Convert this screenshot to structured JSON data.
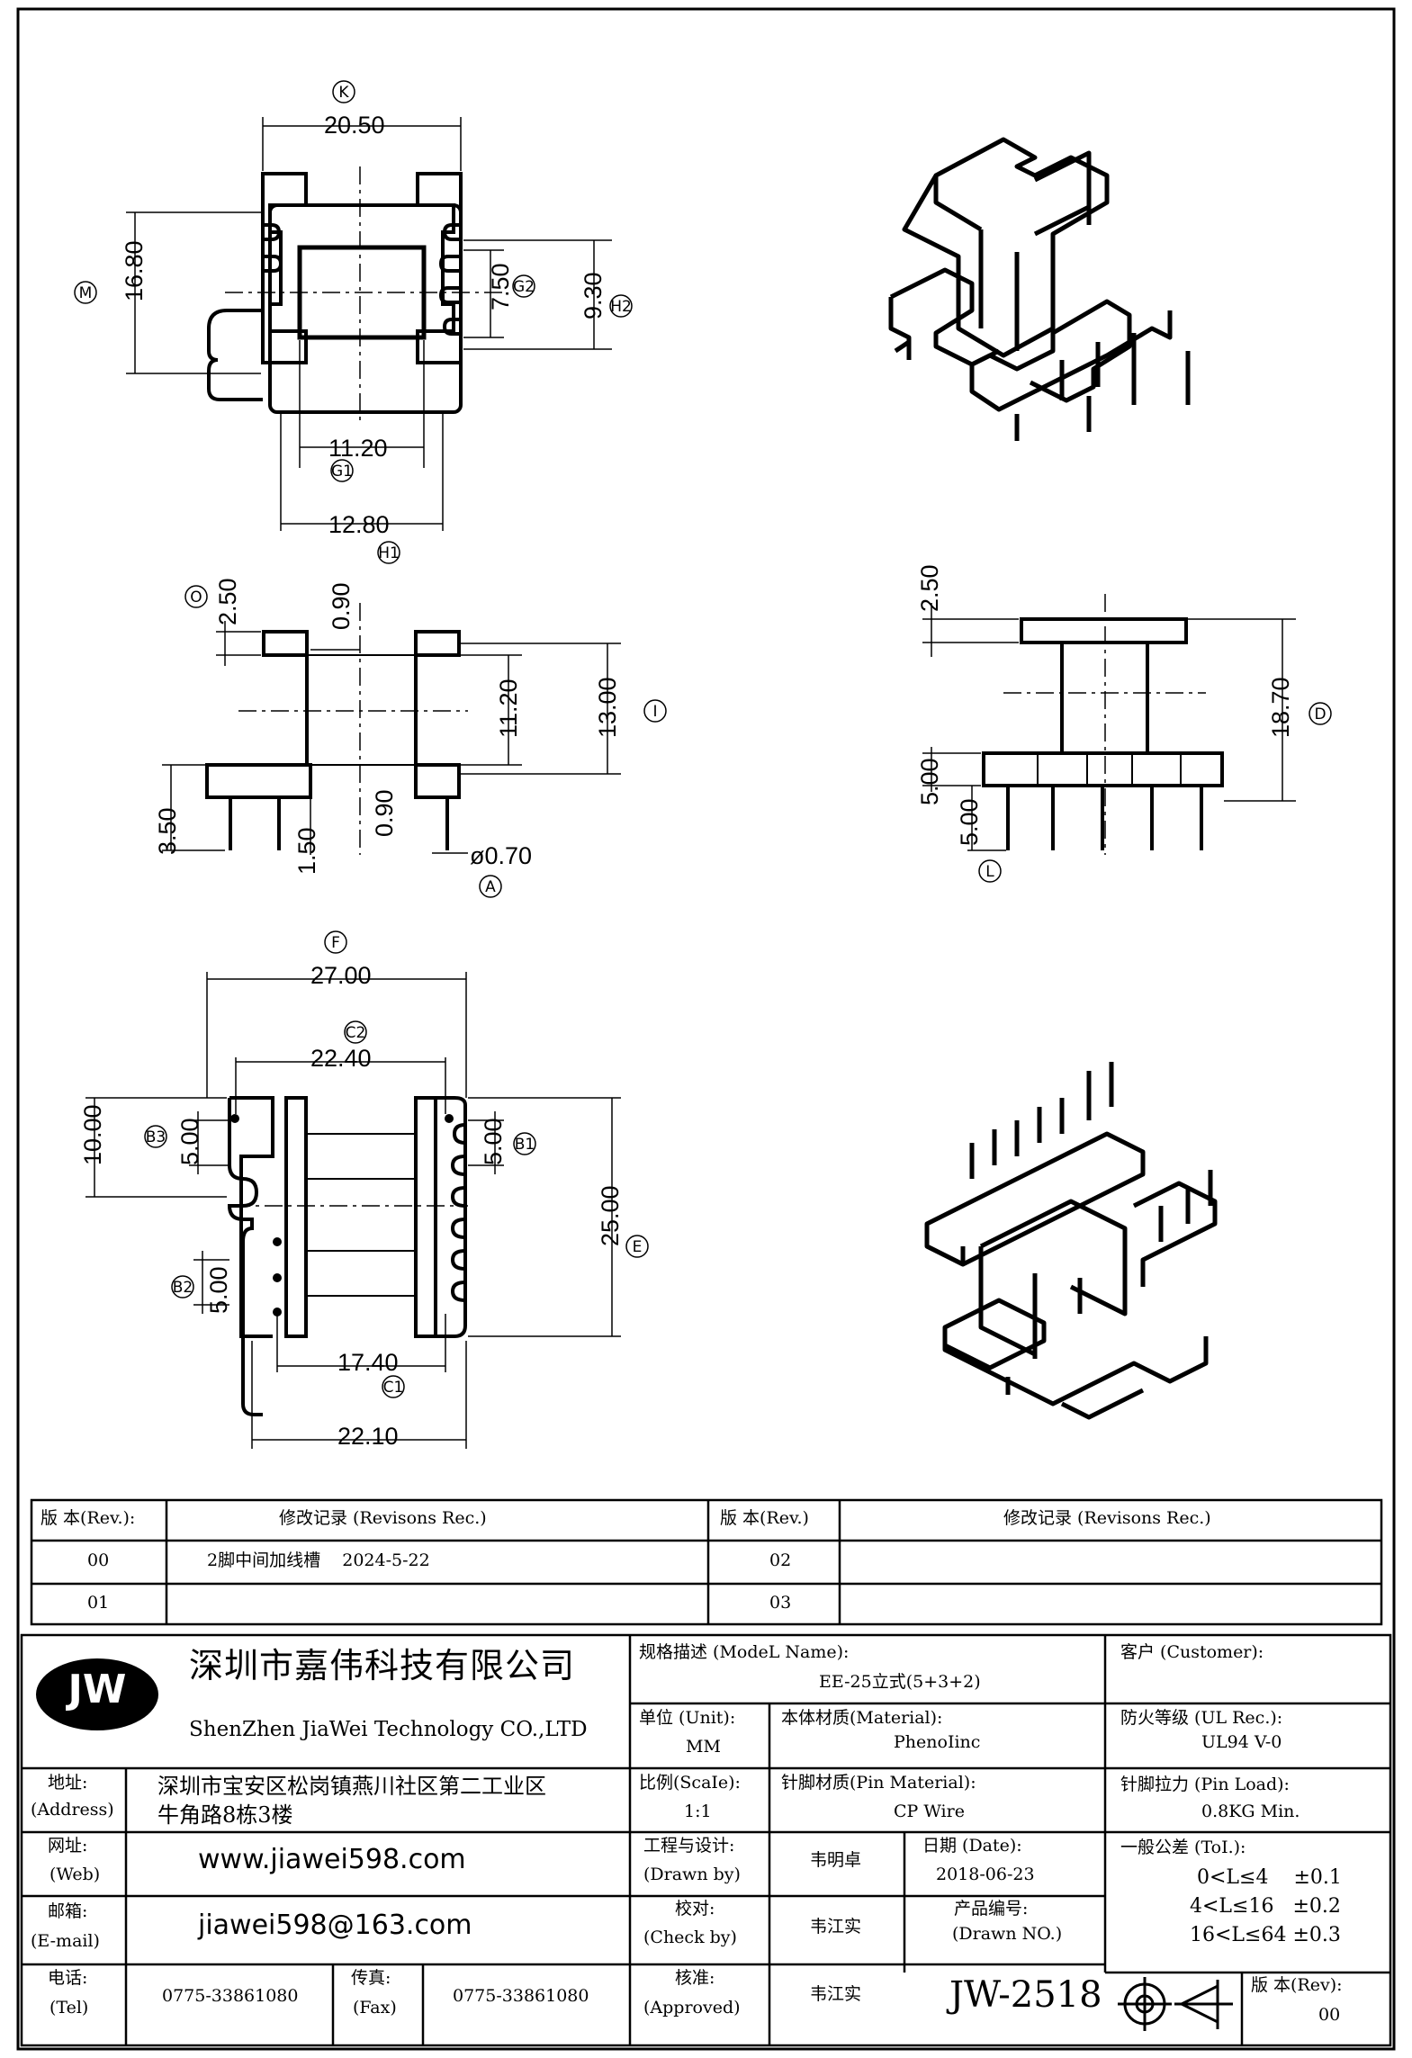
{
  "dimensions": {
    "top_view": {
      "width_label": "20.50",
      "height_label": "16.80",
      "inner_h": "7.50",
      "outer_h": "9.30",
      "window_w": "11.20",
      "core_w": "12.80",
      "tags": {
        "K": "K",
        "M": "M",
        "G2": "G2",
        "H2": "H2",
        "G1": "G1",
        "H1": "H1"
      }
    },
    "front_view": {
      "flange_t": "2.50",
      "gap_top": "0.90",
      "inner_h": "11.20",
      "total_h": "13.00",
      "pin_len": "3.50",
      "base_t": "1.50",
      "gap_bot": "0.90",
      "pin_dia": "ø0.70",
      "tags": {
        "O": "O",
        "I": "I",
        "A": "A"
      }
    },
    "side_view": {
      "flange_t": "2.50",
      "total_h": "18.70",
      "pitch": "5.00",
      "pin_len": "5.00",
      "tags": {
        "D": "D",
        "L": "L"
      }
    },
    "bottom_view": {
      "total_w": "27.00",
      "inner_w": "22.40",
      "left_span": "10.00",
      "p1": "5.00",
      "p2": "5.00",
      "p3": "5.00",
      "total_h": "25.00",
      "slot_w": "17.40",
      "base_w": "22.10",
      "tags": {
        "F": "F",
        "C2": "C2",
        "B3": "B3",
        "B1": "B1",
        "E": "E",
        "B2": "B2",
        "C1": "C1"
      }
    }
  },
  "revisions": {
    "header": {
      "rev_label": "版 本(Rev.):",
      "rec_label": "修改记录 (Revisons Rec.)",
      "rev_label2": "版 本(Rev.)",
      "rec_label2": "修改记录 (Revisons Rec.)"
    },
    "rows": [
      {
        "rev": "00",
        "rec": "2脚中间加线槽    2024-5-22",
        "rev2": "02",
        "rec2": ""
      },
      {
        "rev": "01",
        "rec": "",
        "rev2": "03",
        "rec2": ""
      }
    ]
  },
  "title_block": {
    "logo": "JW",
    "company_cn": "深圳市嘉伟科技有限公司",
    "company_en": "ShenZhen JiaWei Technology CO.,LTD",
    "address_label": "地址:",
    "address_label_en": "(Address)",
    "address_line1": "深圳市宝安区松岗镇燕川社区第二工业区",
    "address_line2": "牛角路8栋3楼",
    "web_label": "网址:",
    "web_label_en": "(Web)",
    "web": "www.jiawei598.com",
    "email_label": "邮箱:",
    "email_label_en": "(E-mail)",
    "email": "jiawei598@163.com",
    "tel_label": "电话:",
    "tel_label_en": "(Tel)",
    "tel": "0775-33861080",
    "fax_label": "传真:",
    "fax_label_en": "(Fax)",
    "fax": "0775-33861080",
    "model_label": "规格描述 (ModeL Name):",
    "model": "EE-25立式(5+3+2)",
    "customer_label": "客户 (Customer):",
    "unit_label": "单位 (Unit):",
    "unit": "MM",
    "material_label": "本体材质(Material):",
    "material": "PhenoIinc",
    "ul_label": "防火等级 (UL Rec.):",
    "ul": "UL94 V-0",
    "scale_label": "比例(ScaIe):",
    "scale": "1:1",
    "pin_material_label": "针脚材质(Pin Material):",
    "pin_material": "CP Wire",
    "pin_load_label": "针脚拉力 (Pin Load):",
    "pin_load": "0.8KG Min.",
    "drawn_label": "工程与设计:",
    "drawn_label_en": "(Drawn by)",
    "drawn": "韦明卓",
    "date_label": "日期 (Date):",
    "date": "2018-06-23",
    "tol_label": "一般公差 (ToI.):",
    "tol1": "0<L≤4    ±0.1",
    "tol2": "4<L≤16   ±0.2",
    "tol3": "16<L≤64 ±0.3",
    "check_label": "校对:",
    "check_label_en": "(Check by)",
    "check": "韦江实",
    "drawn_no_label": "产品编号:",
    "drawn_no_label_en": "(Drawn NO.)",
    "approved_label": "核准:",
    "approved_label_en": "(Approved)",
    "approved": "韦江实",
    "drawn_no": "JW-2518",
    "rev_label": "版 本(Rev):",
    "rev": "00"
  }
}
